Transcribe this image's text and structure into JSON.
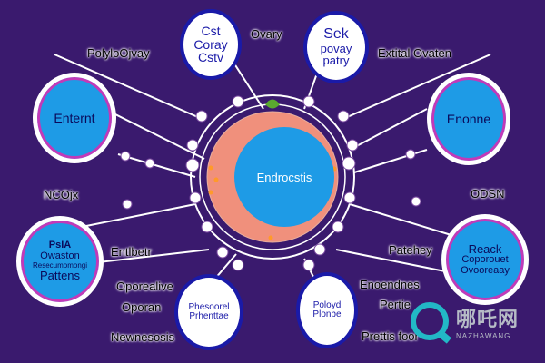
{
  "center": {
    "label": "Endrocstis"
  },
  "top_left_node": {
    "lines": [
      "Cst",
      "Coray",
      "Cstv"
    ]
  },
  "top_right_node": {
    "lines": [
      "Sek",
      "povay",
      "patry"
    ]
  },
  "left_node": {
    "label": "Enternt"
  },
  "right_node": {
    "label": "Enonne"
  },
  "bottom_left_node": {
    "lines": [
      "PsIA",
      "Owaston",
      "Resecumomongi",
      "Pattens"
    ]
  },
  "bottom_right_node": {
    "lines": [
      "Reack",
      "Coporouet",
      "Ovooreaay"
    ]
  },
  "bottom_center_left_node": {
    "lines": [
      "Phesoorel",
      "Prhenttae"
    ]
  },
  "bottom_center_right_node": {
    "lines": [
      "Poloyd",
      "Plonbe"
    ]
  },
  "labels": {
    "top_center": "Ovary",
    "top_left": "PolyloOjvay",
    "top_right": "Extital Ovaten",
    "mid_left": "NCOjx",
    "mid_right": "ODSN",
    "left_lower": "Entlbetr",
    "right_lower": "Patehey",
    "bottom_left_1": "Oporealive",
    "bottom_left_2": "Oporan",
    "bottom_left_3": "Newnesosis",
    "bottom_right_1": "Enoendnes",
    "bottom_right_2": "Pertie",
    "bottom_right_3": "Prettis foor"
  },
  "watermark": {
    "cn": "哪吒网",
    "en": "NAZHAWANG"
  },
  "colors": {
    "background": "#3a1a6e",
    "node_blue": "#1e9be6",
    "ring_salmon": "#f0907c",
    "accent_magenta": "#c23ab8"
  }
}
